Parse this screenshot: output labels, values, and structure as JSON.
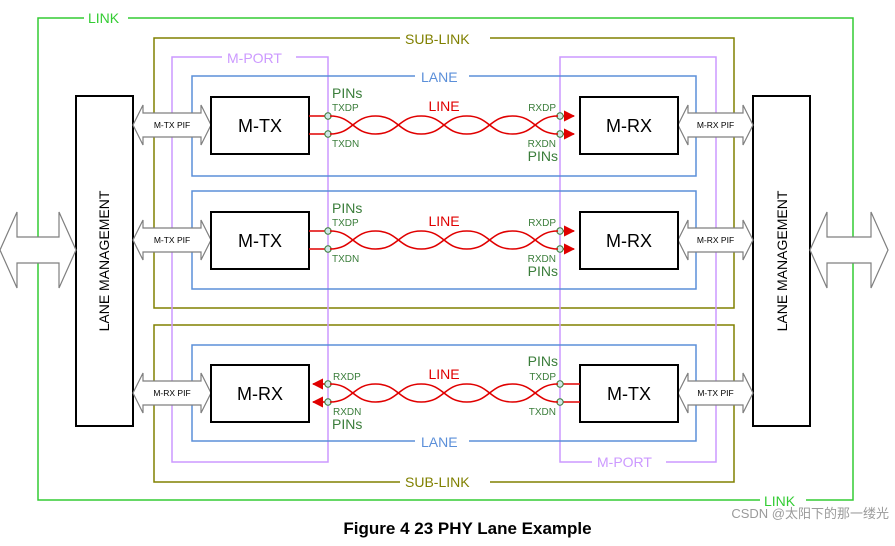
{
  "diagram": {
    "labels": {
      "link_top": "LINK",
      "link_bottom": "LINK",
      "sublink_top": "SUB-LINK",
      "sublink_bottom": "SUB-LINK",
      "mport_top": "M-PORT",
      "mport_bottom": "M-PORT",
      "lane_management": "LANE MANAGEMENT"
    },
    "lanes": [
      {
        "lane_label": "LANE",
        "line_label": "LINE",
        "left_block": "M-TX",
        "right_block": "M-RX",
        "left_pif": "M-TX PIF",
        "right_pif": "M-RX PIF",
        "left_pins": "PINs",
        "left_pin_top": "TXDP",
        "left_pin_bottom": "TXDN",
        "right_pins": "PINs",
        "right_pin_top": "RXDP",
        "right_pin_bottom": "RXDN"
      },
      {
        "lane_label": "",
        "line_label": "LINE",
        "left_block": "M-TX",
        "right_block": "M-RX",
        "left_pif": "M-TX PIF",
        "right_pif": "M-RX PIF",
        "left_pins": "PINs",
        "left_pin_top": "TXDP",
        "left_pin_bottom": "TXDN",
        "right_pins": "PINs",
        "right_pin_top": "RXDP",
        "right_pin_bottom": "RXDN"
      },
      {
        "lane_label": "LANE",
        "line_label": "LINE",
        "left_block": "M-RX",
        "right_block": "M-TX",
        "left_pif": "M-RX PIF",
        "right_pif": "M-TX PIF",
        "left_pins": "PINs",
        "left_pin_top": "RXDP",
        "left_pin_bottom": "RXDN",
        "right_pins": "PINs",
        "right_pin_top": "TXDP",
        "right_pin_bottom": "TXDN"
      }
    ],
    "colors": {
      "link": "#33cc33",
      "sublink": "#808000",
      "mport": "#cc99ff",
      "lane": "#5b8fd9",
      "line": "#e00000",
      "pins": "#3a7d3a",
      "outline": "#000000",
      "arrow": "#7f7f7f"
    }
  },
  "caption": "Figure 4 23 PHY Lane Example",
  "watermark": "CSDN @太阳下的那一缕光"
}
